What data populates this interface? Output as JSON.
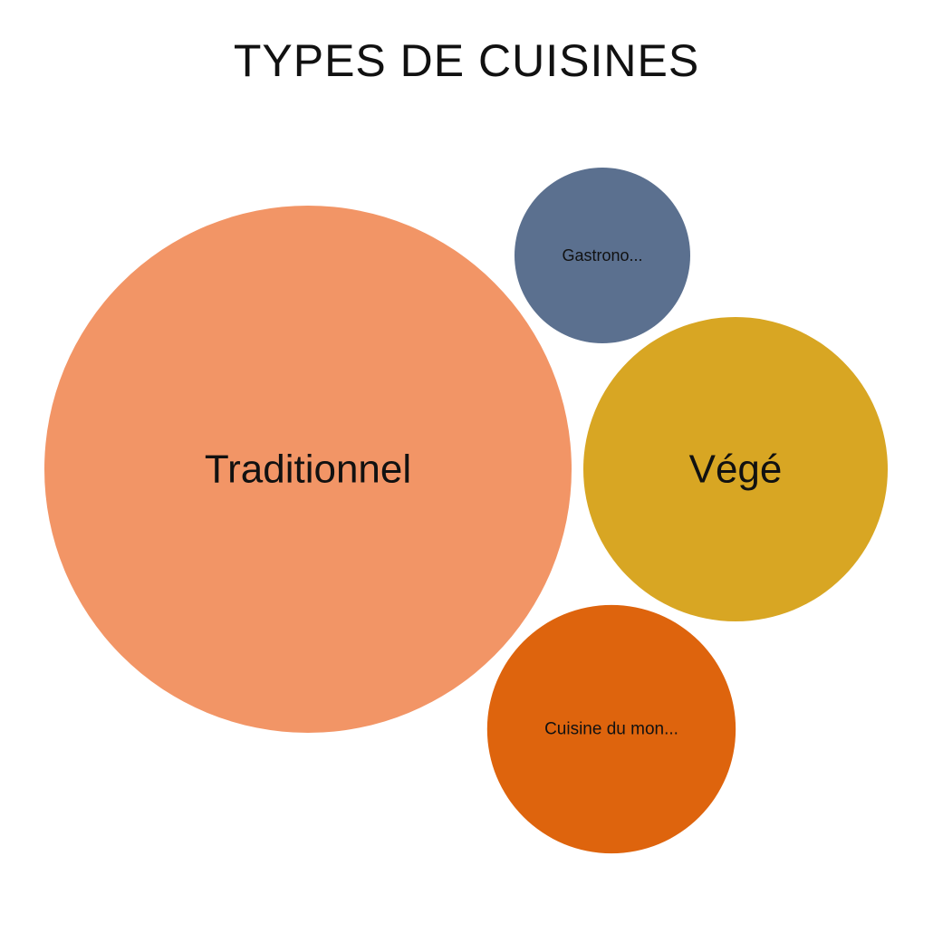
{
  "chart_data": {
    "type": "bubble",
    "title": "TYPES DE CUISINES",
    "categories": [
      "Traditionnel",
      "Gastronomique",
      "Végé",
      "Cuisine du monde"
    ],
    "labels": [
      "Traditionnel",
      "Gastrono...",
      "Végé",
      "Cuisine du mon..."
    ],
    "values": [
      9,
      1,
      3,
      2
    ],
    "colors": [
      "#F29566",
      "#5B708F",
      "#D8A623",
      "#DE640D"
    ],
    "legend": "none",
    "grid": false
  }
}
